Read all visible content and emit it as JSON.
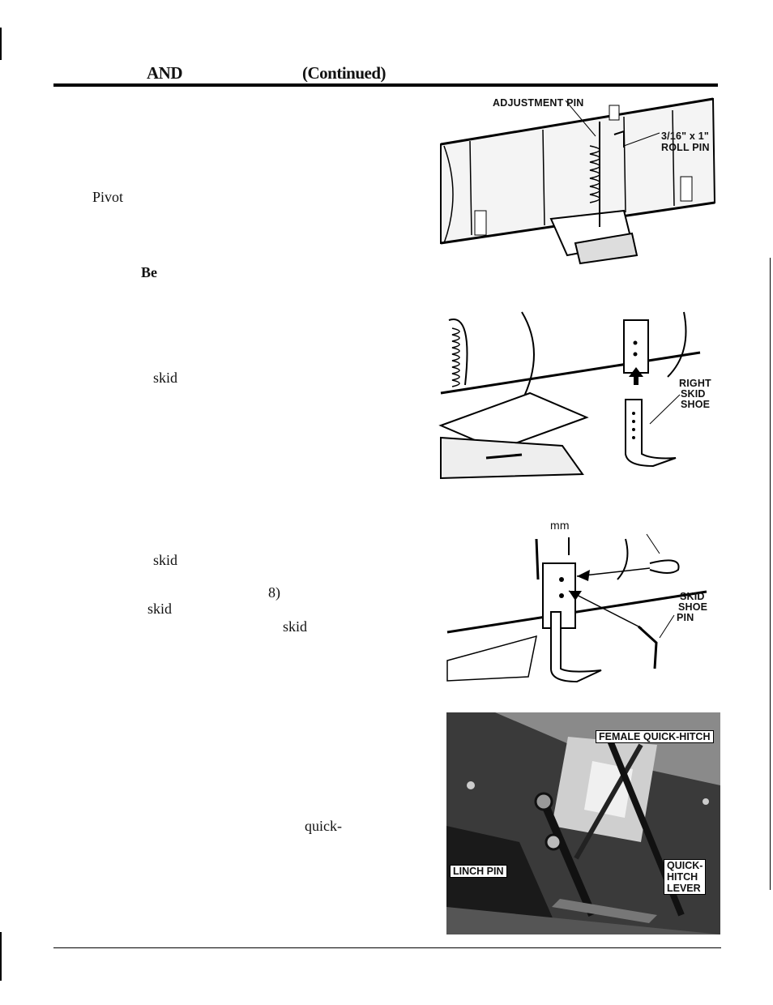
{
  "header": {
    "word_and": "AND",
    "continued": "(Continued)"
  },
  "body_fragments": {
    "pivot": "Pivot",
    "be": "Be",
    "skid_1": "skid",
    "skid_2": "skid",
    "eight": "8)",
    "skid_3": "skid",
    "skid_4": "skid",
    "quick": "quick-"
  },
  "figure1": {
    "adjustment_pin": "ADJUSTMENT PIN",
    "roll_pin_size": "3/16\" x 1\"",
    "roll_pin": "ROLL PIN"
  },
  "figure2": {
    "right": "RIGHT",
    "skid": "SKID",
    "shoe": "SHOE"
  },
  "figure3": {
    "mm": "mm",
    "skid": "SKID",
    "shoe": "SHOE",
    "pin": "PIN"
  },
  "figure4": {
    "female_quick_hitch": "FEMALE QUICK-HITCH",
    "linch_pin": "LINCH PIN",
    "quick": "QUICK-",
    "hitch": "HITCH",
    "lever": "LEVER"
  }
}
